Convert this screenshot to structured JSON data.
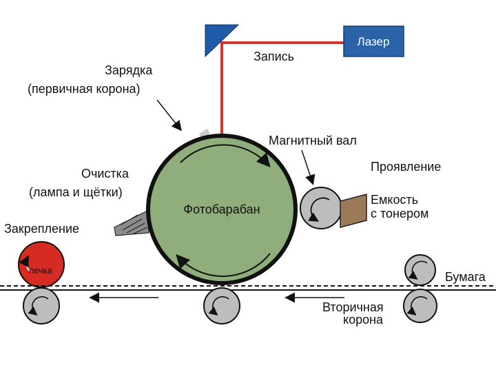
{
  "labels": {
    "laser": "Лазер",
    "write": "Запись",
    "charge": "Зарядка",
    "charge_sub": "(первичная корона)",
    "magnetic_roller": "Магнитный вал",
    "develop": "Проявление",
    "cleaning": "Очистка",
    "cleaning_sub": "(лампа и щётки)",
    "toner_line1": "Емкость",
    "toner_line2": "с тонером",
    "fixing": "Закрепление",
    "drum": "Фотобарабан",
    "oven": "печка",
    "paper": "Бумага",
    "secondary_line1": "Вторичная",
    "secondary_line2": "корона"
  },
  "colors": {
    "drum_fill": "#8fae7c",
    "laser_box": "#2b63a8",
    "laser_beam": "#d9342b",
    "mirror": "#1e5aa8",
    "oven_fill": "#d62b22",
    "roller_fill": "#bdbdbd",
    "toner_box": "#9b7a5a"
  },
  "icons": {
    "mirror": "mirror-triangle-icon",
    "roller_arrow": "rotate-ccw-icon",
    "drum_arrow": "rotate-cw-icon",
    "cleaning_brush": "brush-icon"
  }
}
